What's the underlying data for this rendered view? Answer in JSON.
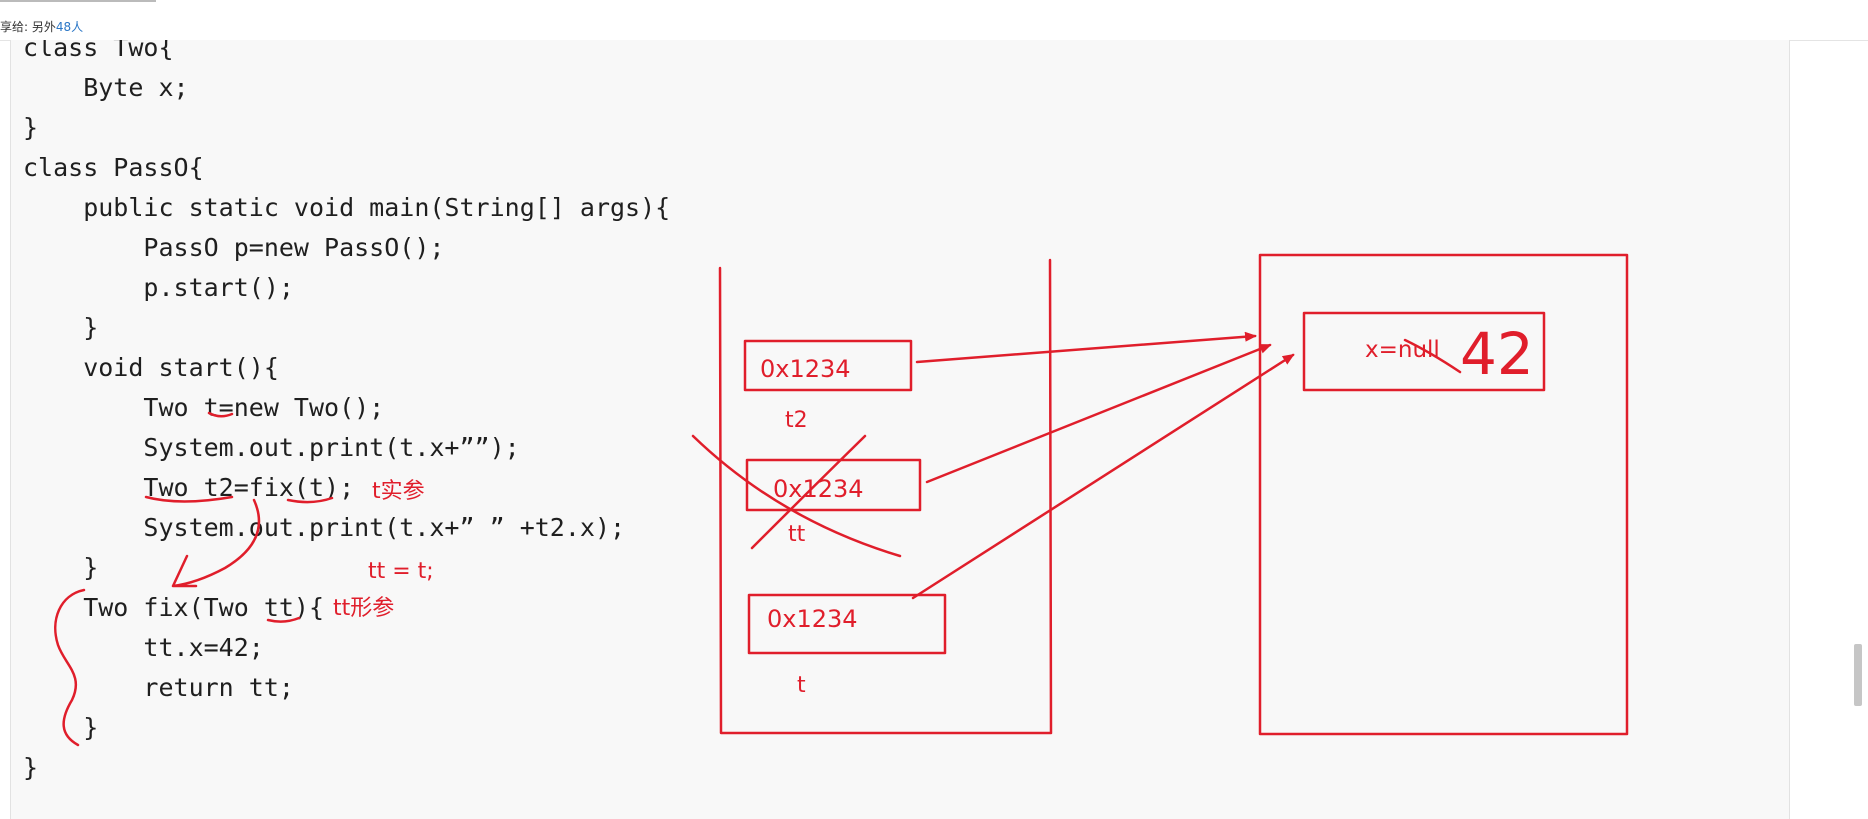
{
  "header": {
    "share_prefix": "享给: 另外",
    "share_count": "48人"
  },
  "code": {
    "lines": [
      "class Two{",
      "    Byte x;",
      "}",
      "class PassO{",
      "    public static void main(String[] args){",
      "        PassO p=new PassO();",
      "        p.start();",
      "    }",
      "    void start(){",
      "        Two t=new Two();",
      "        System.out.print(t.x+””);",
      "        Two t2=fix(t);",
      "        System.out.print(t.x+” ” +t2.x);",
      "    }",
      "    Two fix(Two tt){",
      "        tt.x=42;",
      "        return tt;",
      "    }",
      "}"
    ]
  },
  "annotations": {
    "actual_param_note": "t实参",
    "assign_note": "tt = t;",
    "formal_param_note": "tt形参",
    "stack_box_top": "0x1234",
    "stack_label_top": "t2",
    "stack_box_middle": "0x1234",
    "stack_label_middle": "tt",
    "stack_box_bottom": "0x1234",
    "stack_label_bottom": "t",
    "heap_field": "x=null",
    "heap_new_value": "42",
    "ink_color": "#e01e2b"
  }
}
